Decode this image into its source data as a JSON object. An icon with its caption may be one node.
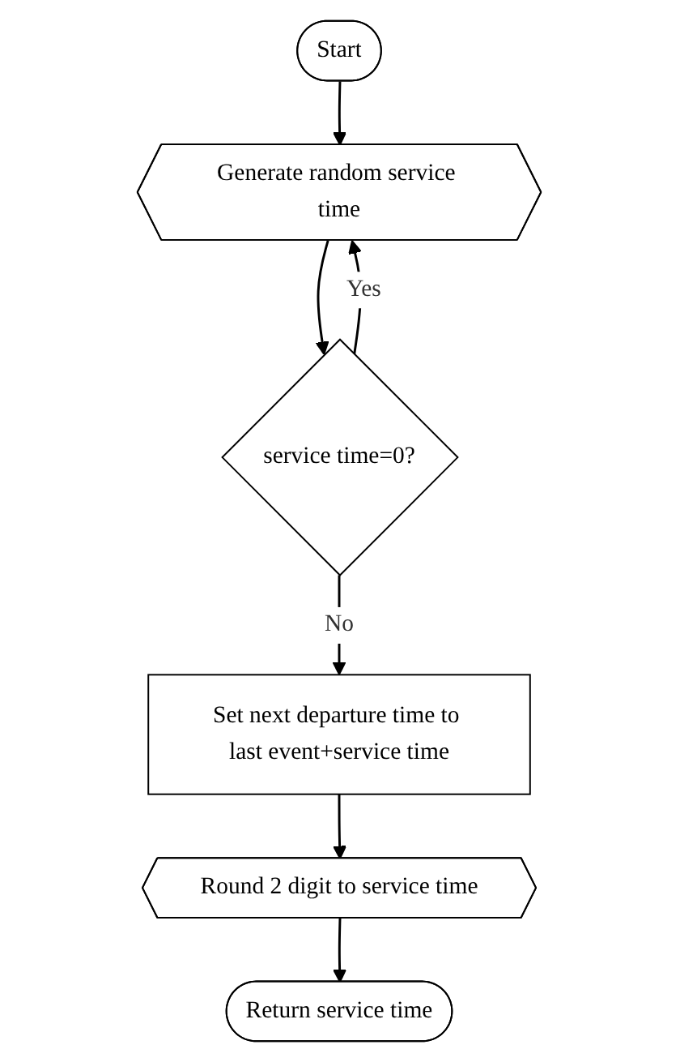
{
  "diagram": {
    "nodes": [
      {
        "text": [
          "Start"
        ]
      },
      {
        "text": [
          "Generate random service time"
        ]
      },
      {
        "text": [
          "service time=0?"
        ]
      },
      {
        "text": [
          "Set next departure time to last event+service time"
        ]
      },
      {
        "text": [
          "Round 2 digit to service time"
        ]
      },
      {
        "text": [
          "Return service time"
        ]
      }
    ],
    "edges": [
      {
        "from": 0,
        "to": 1,
        "arrow": "to"
      },
      {
        "from": 1,
        "to": 2,
        "arrow": "to"
      },
      {
        "from": 2,
        "to": 1,
        "arrow": "to",
        "label": "Yes"
      },
      {
        "from": 2,
        "to": 3,
        "arrow": "to",
        "label": "No"
      },
      {
        "from": 3,
        "to": 4,
        "arrow": "to"
      },
      {
        "from": 4,
        "to": 5,
        "arrow": "to"
      }
    ]
  }
}
